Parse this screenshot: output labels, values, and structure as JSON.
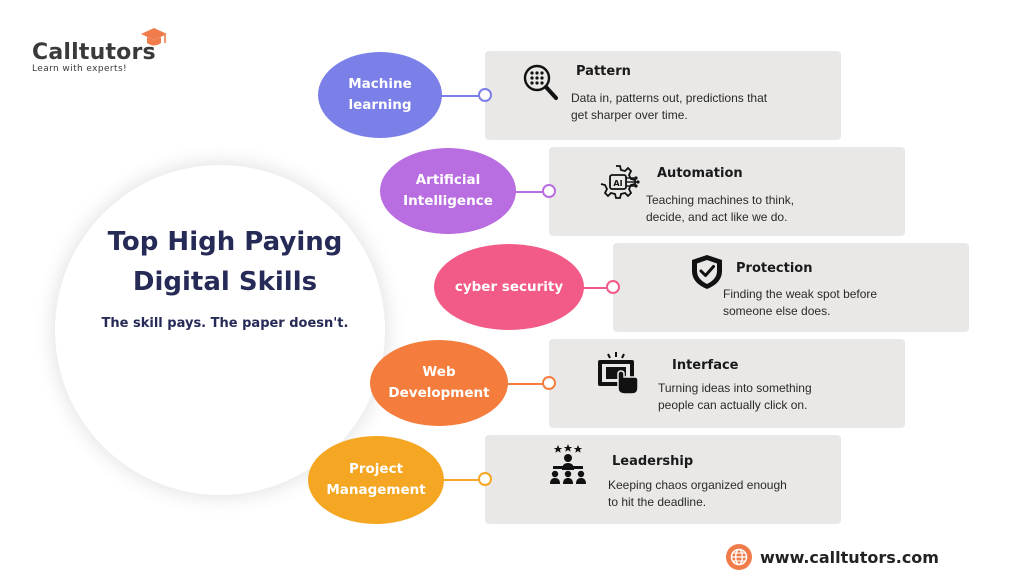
{
  "logo": {
    "name": "Calltutors",
    "tagline": "Learn with experts!"
  },
  "main": {
    "title_line1": "Top High Paying",
    "title_line2": "Digital Skills",
    "subtitle": "The skill pays. The paper doesn't."
  },
  "skills": [
    {
      "label_line1": "Machine",
      "label_line2": "learning",
      "color": "#7b7fe8",
      "icon": "search-pattern-icon",
      "title": "Pattern",
      "desc_line1": "Data in, patterns out, predictions that",
      "desc_line2": "get sharper over time."
    },
    {
      "label_line1": "Artificial",
      "label_line2": "Intelligence",
      "color": "#b86ee0",
      "icon": "ai-chip-gear-icon",
      "title": "Automation",
      "desc_line1": "Teaching machines to think,",
      "desc_line2": "decide, and act like we do."
    },
    {
      "label_line1": "cyber security",
      "label_line2": "",
      "color": "#f25a87",
      "icon": "shield-check-icon",
      "title": "Protection",
      "desc_line1": "Finding the weak spot before",
      "desc_line2": "someone else does."
    },
    {
      "label_line1": "Web",
      "label_line2": "Development",
      "color": "#f47c3c",
      "icon": "touch-screen-icon",
      "title": "Interface",
      "desc_line1": "Turning ideas into something",
      "desc_line2": "people can actually click on."
    },
    {
      "label_line1": "Project",
      "label_line2": "Management",
      "color": "#f5a623",
      "icon": "team-leader-icon",
      "title": "Leadership",
      "desc_line1": "Keeping chaos organized enough",
      "desc_line2": "to hit the deadline."
    }
  ],
  "footer": {
    "url": "www.calltutors.com",
    "icon": "globe-icon",
    "accent": "#f07c4b"
  }
}
